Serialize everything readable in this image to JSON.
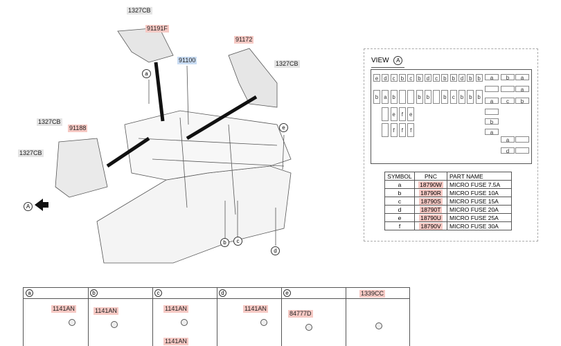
{
  "diagram": {
    "callouts": {
      "c1327cb_top": "1327CB",
      "c91191f": "91191F",
      "c91100": "91100",
      "c91172": "91172",
      "c1327cb_right": "1327CB",
      "c1327cb_left1": "1327CB",
      "c91188": "91188",
      "c1327cb_left2": "1327CB"
    },
    "markers": {
      "a": "a",
      "e": "e",
      "b": "b",
      "c": "c",
      "d": "d",
      "view": "A"
    }
  },
  "view": {
    "title": "VIEW",
    "marker": "A",
    "left_rows": [
      [
        "e",
        "d",
        "c",
        "b",
        "c",
        "b",
        "d",
        "c",
        "b",
        "b",
        "d",
        "b",
        "b"
      ],
      [
        "b",
        "a",
        "b",
        "",
        "",
        "b",
        "b",
        "",
        "b",
        "c",
        "b",
        "b",
        "b"
      ],
      [
        "",
        "e",
        "f",
        "e"
      ],
      [
        "",
        "f",
        "f",
        "f"
      ]
    ],
    "right_boxes": [
      "a",
      "b",
      "a",
      "",
      "",
      "a",
      "a",
      "c",
      "b",
      "",
      "b",
      "a",
      "a",
      "",
      "d",
      ""
    ]
  },
  "parts_table": {
    "headers": [
      "SYMBOL",
      "PNC",
      "PART NAME"
    ],
    "rows": [
      [
        "a",
        "18790W",
        "MICRO FUSE 7.5A"
      ],
      [
        "b",
        "18790R",
        "MICRO FUSE 10A"
      ],
      [
        "c",
        "18790S",
        "MICRO FUSE 15A"
      ],
      [
        "d",
        "18790T",
        "MICRO FUSE 20A"
      ],
      [
        "e",
        "18790U",
        "MICRO FUSE 25A"
      ],
      [
        "f",
        "18790V",
        "MICRO FUSE 30A"
      ]
    ]
  },
  "bottom": {
    "cols": [
      {
        "head": "a",
        "parts": [
          "1141AN"
        ]
      },
      {
        "head": "b",
        "parts": [
          "1141AN"
        ]
      },
      {
        "head": "c",
        "parts": [
          "1141AN",
          "1141AN"
        ]
      },
      {
        "head": "d",
        "parts": [
          "1141AN"
        ]
      },
      {
        "head": "e",
        "parts": [
          "84777D"
        ]
      },
      {
        "head": "",
        "parts": [
          "1339CC"
        ]
      }
    ]
  }
}
